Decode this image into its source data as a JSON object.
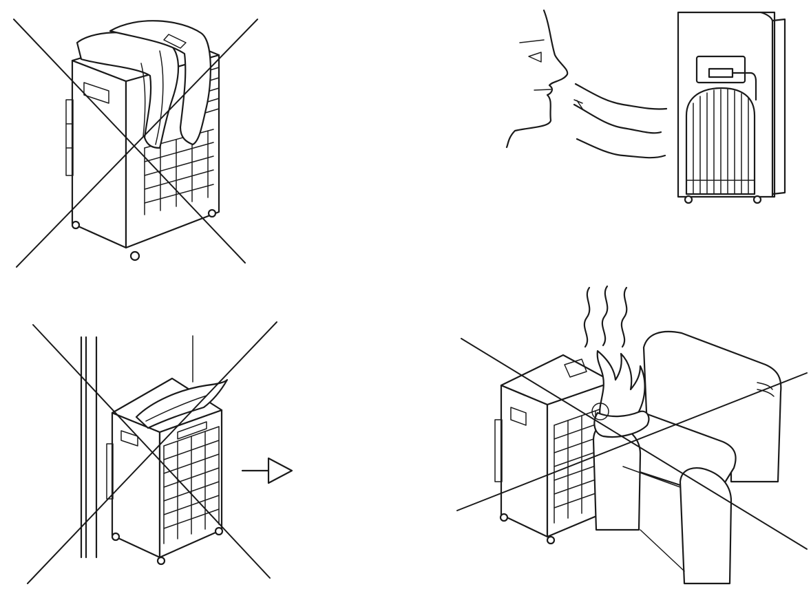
{
  "figure": {
    "panels": [
      {
        "id": "covered-unit",
        "prohibited": true
      },
      {
        "id": "exhaust-air-near-face",
        "prohibited": false
      },
      {
        "id": "unit-against-wall",
        "prohibited": true
      },
      {
        "id": "unit-near-heat-source-and-sofa",
        "prohibited": true
      }
    ],
    "colors": {
      "line": "#1a1a1a",
      "background": "#ffffff"
    }
  }
}
